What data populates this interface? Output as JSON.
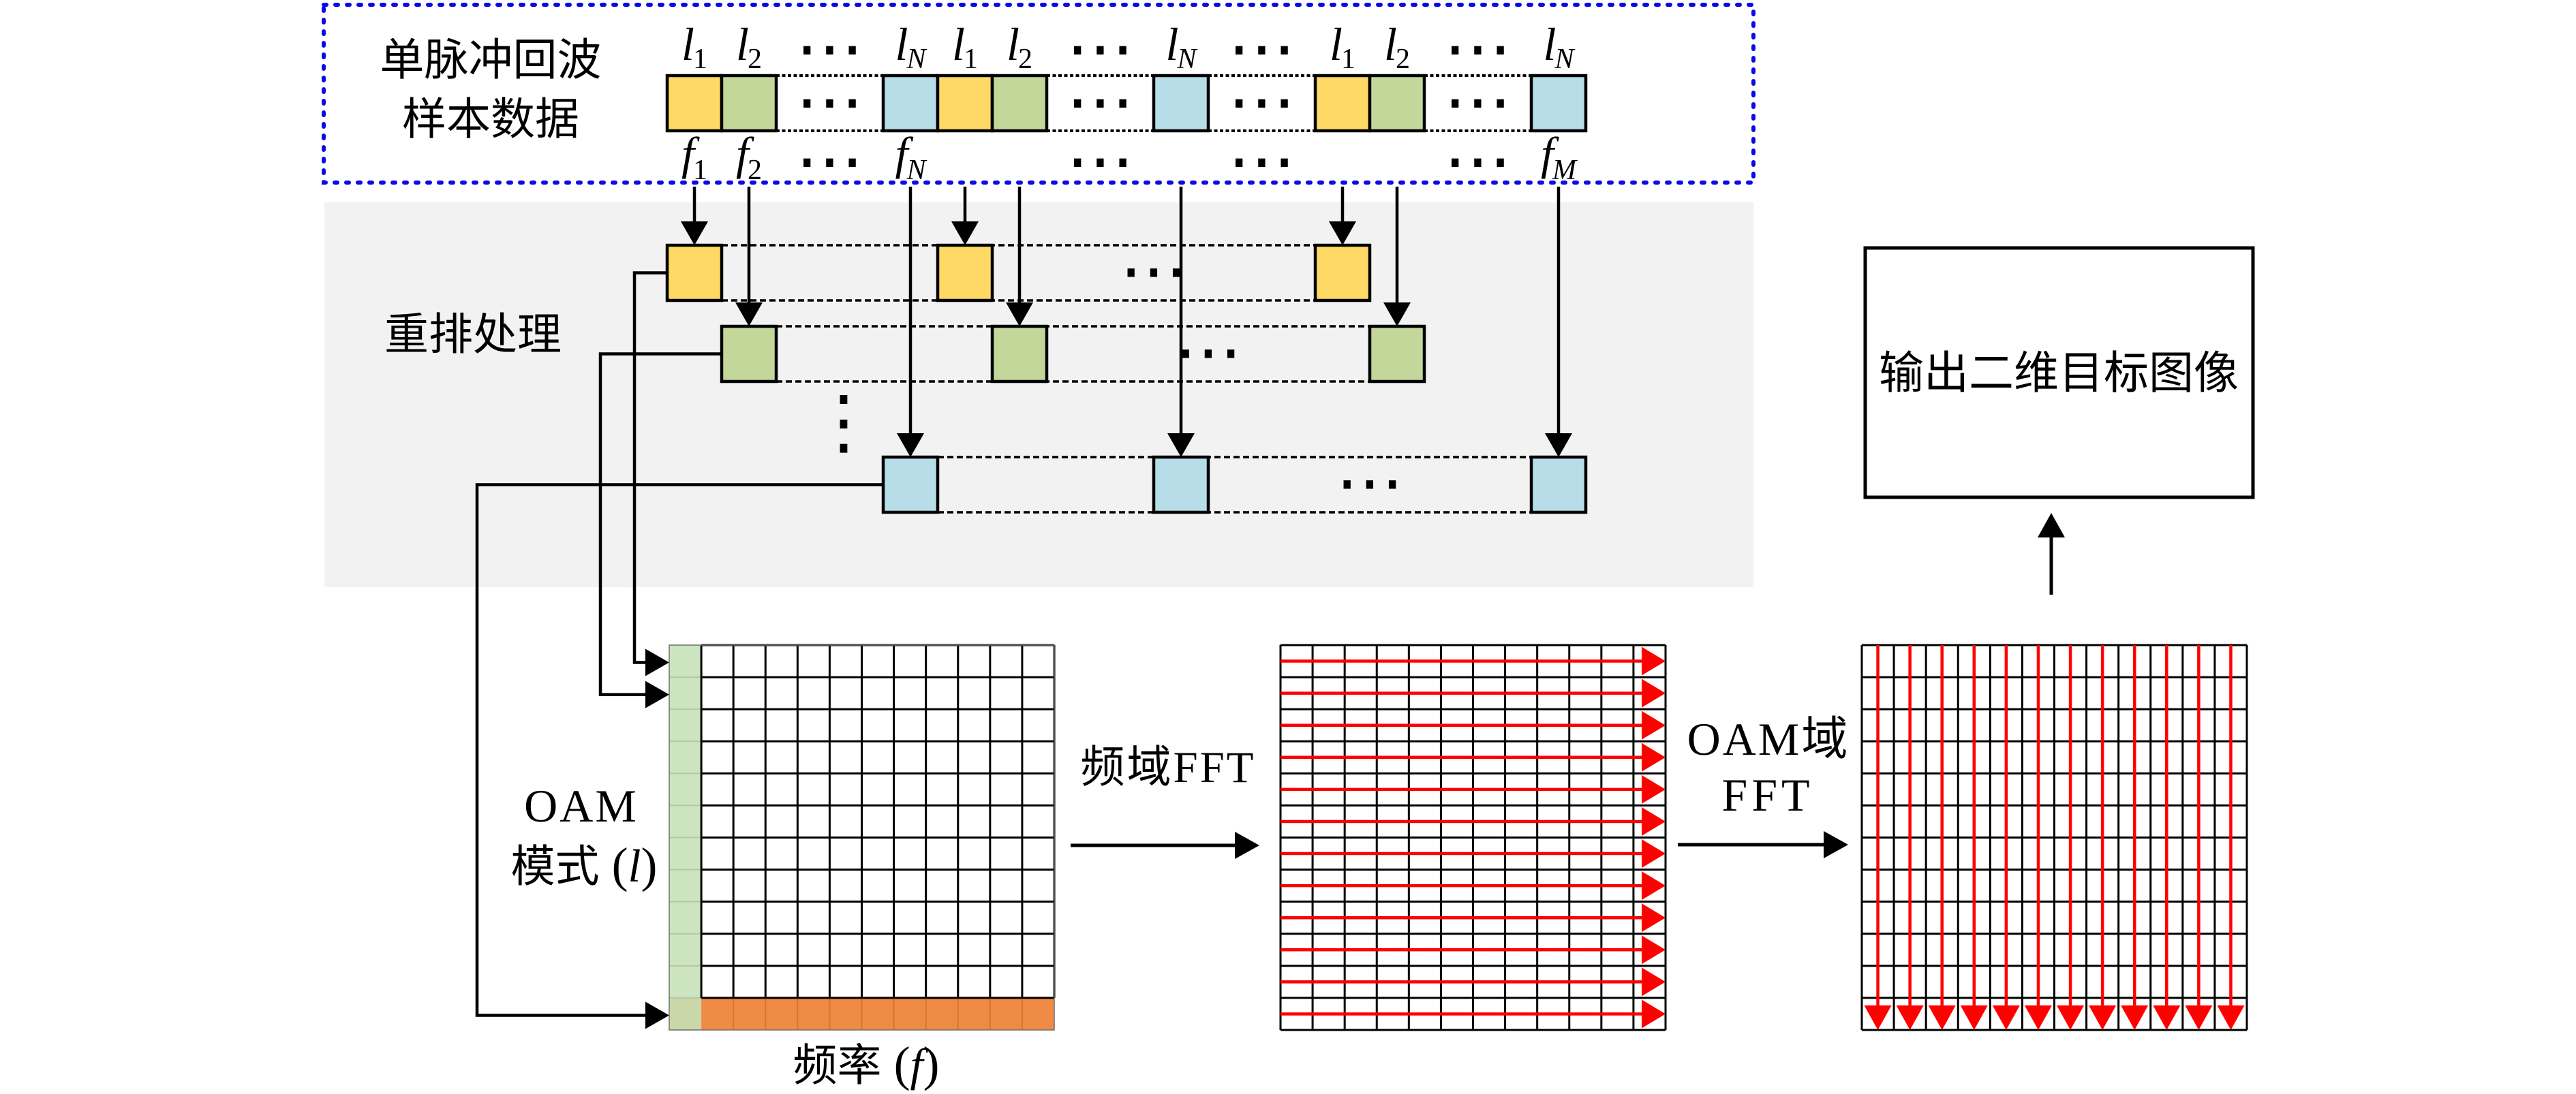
{
  "colors": {
    "mode_1": "#ffd966",
    "mode_2": "#c4d79b",
    "mode_N": "#b7dde8",
    "panel": "#f2f2f2",
    "frame": "#0a0ae6",
    "matrix_mode_column": "#cce4c0",
    "matrix_mode_column_divider": "#b3c9a5",
    "matrix_corner": "#c9d7a9",
    "matrix_freq_row": "#ef8b45",
    "matrix_freq_row_divider": "#d6762f",
    "fft_arrow": "#ff0000",
    "line": "#000000"
  },
  "input_block": {
    "title_line1": "单脉冲回波",
    "title_line2": "样本数据",
    "slots": [
      {
        "kind": "cell",
        "mode": "1",
        "top": {
          "base": "l",
          "sub": "1"
        },
        "bottom": {
          "base": "f",
          "sub": "1"
        }
      },
      {
        "kind": "cell",
        "mode": "2",
        "top": {
          "base": "l",
          "sub": "2"
        },
        "bottom": {
          "base": "f",
          "sub": "2"
        }
      },
      {
        "kind": "gap",
        "top": "⋯",
        "middle": "⋯",
        "bottom": "⋯"
      },
      {
        "kind": "cell",
        "mode": "N",
        "top": {
          "base": "l",
          "sub": "N"
        },
        "bottom": {
          "base": "f",
          "sub": "N"
        }
      },
      {
        "kind": "cell",
        "mode": "1",
        "top": {
          "base": "l",
          "sub": "1"
        }
      },
      {
        "kind": "cell",
        "mode": "2",
        "top": {
          "base": "l",
          "sub": "2"
        }
      },
      {
        "kind": "gap",
        "top": "⋯",
        "middle": "⋯",
        "bottom": "⋯"
      },
      {
        "kind": "cell",
        "mode": "N",
        "top": {
          "base": "l",
          "sub": "N"
        }
      },
      {
        "kind": "gap",
        "top": "⋯",
        "middle": "⋯",
        "bottom": "⋯"
      },
      {
        "kind": "cell",
        "mode": "1",
        "top": {
          "base": "l",
          "sub": "1"
        }
      },
      {
        "kind": "cell",
        "mode": "2",
        "top": {
          "base": "l",
          "sub": "2"
        }
      },
      {
        "kind": "gap",
        "top": "⋯",
        "middle": "⋯",
        "bottom": "⋯"
      },
      {
        "kind": "cell",
        "mode": "N",
        "top": {
          "base": "l",
          "sub": "N"
        },
        "bottom": {
          "base": "f",
          "sub": "M"
        }
      }
    ]
  },
  "rearrange": {
    "title": "重排处理",
    "rows": [
      {
        "mode": "1",
        "ellipsis": "⋯",
        "feeds_matrix_row": 1
      },
      {
        "mode": "2",
        "ellipsis": "⋯",
        "feeds_matrix_row": 2
      },
      {
        "mode": "N",
        "ellipsis": "⋯",
        "feeds_matrix_row": 12
      }
    ],
    "vertical_ellipsis": "⋮"
  },
  "matrix": {
    "rows": 12,
    "cols": 12,
    "y_axis": {
      "line1": "OAM",
      "line2": "模式",
      "open": "(",
      "var": "l",
      "close": ")"
    },
    "x_axis": {
      "text": "频率",
      "open": "(",
      "var": "f",
      "close": ")"
    }
  },
  "steps": [
    {
      "label_lines": [
        "频域FFT"
      ],
      "arrow_direction": "right"
    },
    {
      "label_lines": [
        "OAM域",
        "FFT"
      ],
      "arrow_direction": "down"
    }
  ],
  "output": {
    "label": "输出二维目标图像"
  }
}
